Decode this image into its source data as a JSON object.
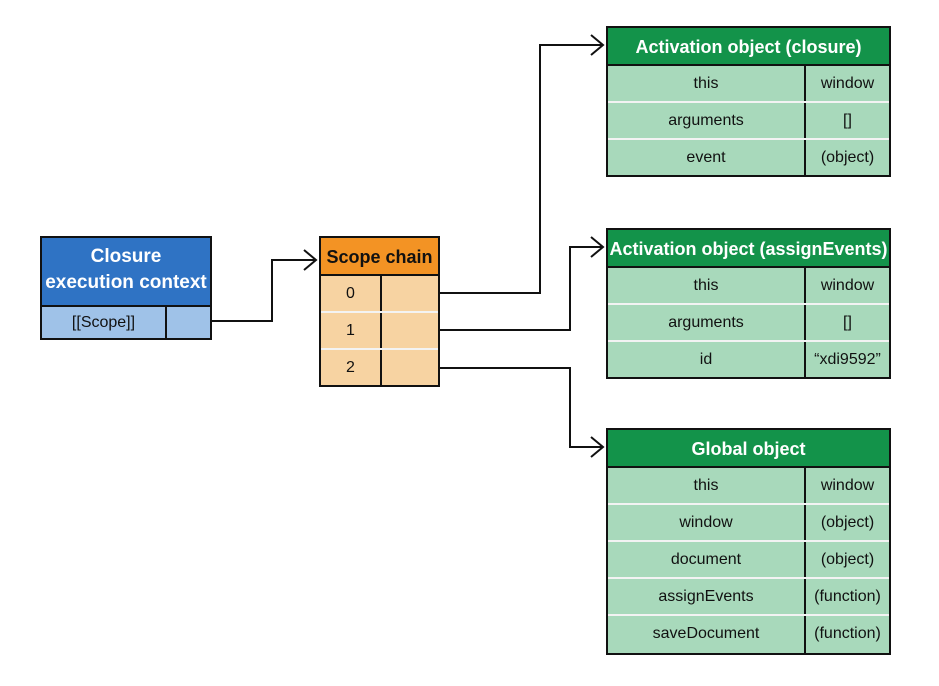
{
  "context": {
    "title_line1": "Closure",
    "title_line2": "execution context",
    "scope_label": "[[Scope]]"
  },
  "scope_chain": {
    "title": "Scope chain",
    "indices": [
      "0",
      "1",
      "2"
    ]
  },
  "objects": {
    "closure": {
      "title": "Activation object (closure)",
      "rows": [
        {
          "name": "this",
          "value": "window"
        },
        {
          "name": "arguments",
          "value": "[]"
        },
        {
          "name": "event",
          "value": "(object)"
        }
      ]
    },
    "assign": {
      "title": "Activation object (assignEvents)",
      "rows": [
        {
          "name": "this",
          "value": "window"
        },
        {
          "name": "arguments",
          "value": "[]"
        },
        {
          "name": "id",
          "value": "“xdi9592”"
        }
      ]
    },
    "global": {
      "title": "Global object",
      "rows": [
        {
          "name": "this",
          "value": "window"
        },
        {
          "name": "window",
          "value": "(object)"
        },
        {
          "name": "document",
          "value": "(object)"
        },
        {
          "name": "assignEvents",
          "value": "(function)"
        },
        {
          "name": "saveDocument",
          "value": "(function)"
        }
      ]
    }
  },
  "colors": {
    "context_header": "#2f73c4",
    "context_body": "#9fc2e8",
    "scope_header": "#f39324",
    "scope_body": "#f7d3a2",
    "object_header": "#13934a",
    "object_body": "#a8d9bb"
  }
}
